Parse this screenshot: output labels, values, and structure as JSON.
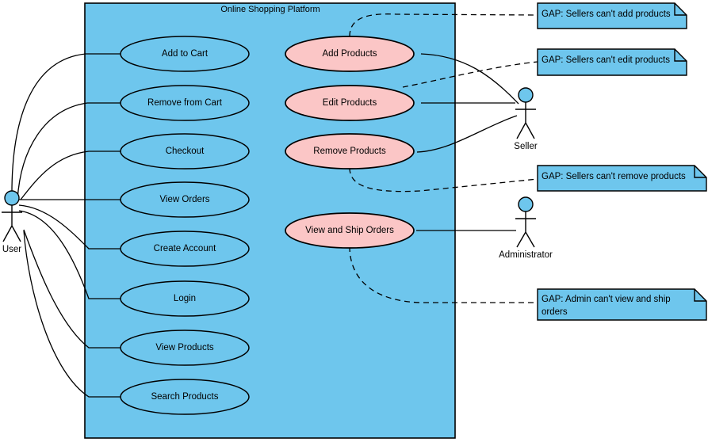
{
  "diagram": {
    "type": "uml-use-case-diagram",
    "boundary": {
      "title": "Online Shopping Platform",
      "fill": "#6EC6ED",
      "stroke": "#000000"
    },
    "colors": {
      "system_fill": "#6EC6ED",
      "usecase_normal_fill": "#6EC6ED",
      "usecase_gap_fill": "#FBC6C6",
      "note_fill": "#6EC6ED",
      "actor_head_fill": "#6EC6ED",
      "line": "#000000"
    },
    "actors": [
      {
        "id": "user",
        "label": "User"
      },
      {
        "id": "seller",
        "label": "Seller"
      },
      {
        "id": "administrator",
        "label": "Administrator"
      }
    ],
    "use_cases_user": [
      {
        "id": "add-to-cart",
        "label": "Add to Cart",
        "status": "supported"
      },
      {
        "id": "remove-from-cart",
        "label": "Remove from Cart",
        "status": "supported"
      },
      {
        "id": "checkout",
        "label": "Checkout",
        "status": "supported"
      },
      {
        "id": "view-orders",
        "label": "View Orders",
        "status": "supported"
      },
      {
        "id": "create-account",
        "label": "Create Account",
        "status": "supported"
      },
      {
        "id": "login",
        "label": "Login",
        "status": "supported"
      },
      {
        "id": "view-products",
        "label": "View Products",
        "status": "supported"
      },
      {
        "id": "search-products",
        "label": "Search Products",
        "status": "supported"
      }
    ],
    "use_cases_gap": [
      {
        "id": "add-products",
        "label": "Add Products",
        "status": "gap",
        "actor": "seller"
      },
      {
        "id": "edit-products",
        "label": "Edit Products",
        "status": "gap",
        "actor": "seller"
      },
      {
        "id": "remove-products",
        "label": "Remove Products",
        "status": "gap",
        "actor": "seller"
      },
      {
        "id": "view-and-ship-orders",
        "label": "View and Ship Orders",
        "status": "gap",
        "actor": "administrator"
      }
    ],
    "notes": [
      {
        "id": "note-add",
        "lines": [
          "GAP: Sellers can't add products"
        ],
        "links_to": "add-products"
      },
      {
        "id": "note-edit",
        "lines": [
          "GAP: Sellers can't edit products"
        ],
        "links_to": "edit-products"
      },
      {
        "id": "note-remove",
        "lines": [
          "GAP: Sellers can't remove products"
        ],
        "links_to": "remove-products"
      },
      {
        "id": "note-ship",
        "lines": [
          "GAP: Admin can't view and ship",
          "orders"
        ],
        "links_to": "view-and-ship-orders"
      }
    ]
  }
}
